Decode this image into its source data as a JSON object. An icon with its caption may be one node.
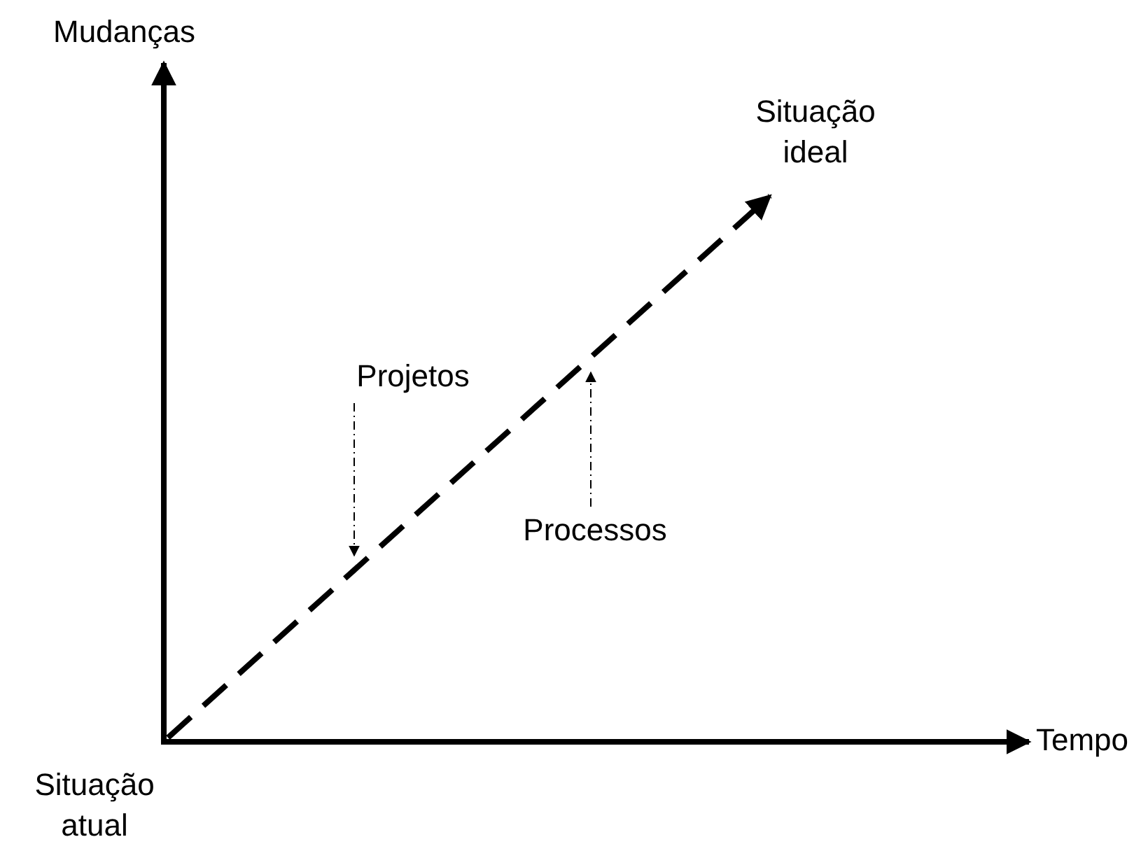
{
  "diagram": {
    "nodes": [
      {
        "text": [
          "Situação atual"
        ]
      },
      {
        "text": [
          "Situação ideal"
        ]
      },
      {
        "text": [
          "Projetos"
        ]
      },
      {
        "text": [
          "Processos"
        ]
      }
    ],
    "edges": [
      {
        "from": 0,
        "to": 1,
        "arrow": "to",
        "style": "dashed"
      },
      {
        "from": 2,
        "to": null,
        "arrow": "to",
        "style": "dashed"
      },
      {
        "from": 3,
        "to": null,
        "arrow": "to",
        "style": "dashed"
      }
    ],
    "labels": [
      "Mudanças",
      "Tempo"
    ]
  }
}
